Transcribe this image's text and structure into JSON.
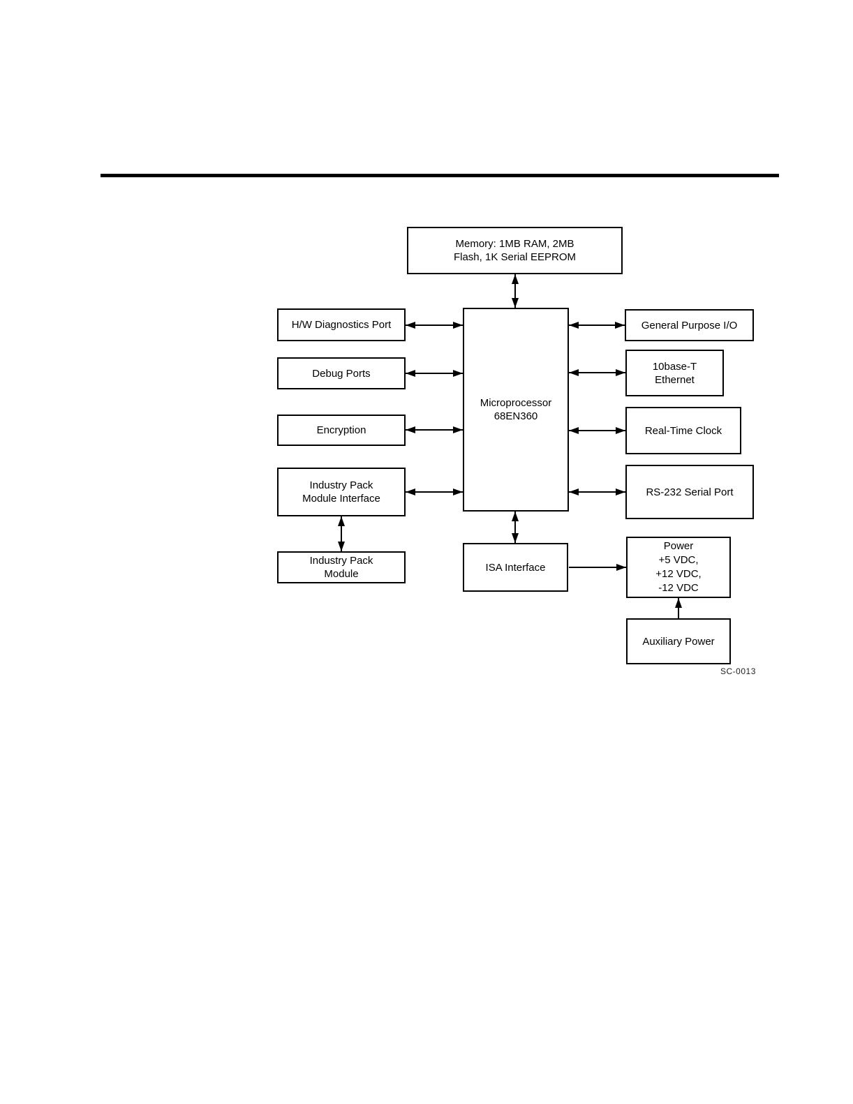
{
  "page": {
    "figure_code": "SC-0013"
  },
  "colors": {
    "background": "#ffffff",
    "line": "#000000",
    "text": "#000000"
  },
  "diagram": {
    "nodes": {
      "memory": {
        "label": "Memory: 1MB RAM, 2MB\nFlash, 1K Serial EEPROM"
      },
      "micro": {
        "label": "Microprocessor\n68EN360"
      },
      "hw_diag": {
        "label": "H/W Diagnostics Port"
      },
      "debug": {
        "label": "Debug Ports"
      },
      "encryption": {
        "label": "Encryption"
      },
      "ipmi": {
        "label": "Industry Pack\nModule Interface"
      },
      "ipm": {
        "label": "Industry Pack\nModule"
      },
      "gpio": {
        "label": "General Purpose I/O"
      },
      "ethernet": {
        "label": "10base-T\nEthernet"
      },
      "rtc": {
        "label": "Real-Time Clock"
      },
      "rs232": {
        "label": "RS-232 Serial Port"
      },
      "isa": {
        "label": "ISA Interface"
      },
      "power": {
        "label": "Power\n+5 VDC,\n+12 VDC,\n-12 VDC"
      },
      "aux_power": {
        "label": "Auxiliary Power"
      }
    },
    "connections": [
      {
        "from": "memory",
        "to": "microprocessor",
        "type": "bidirectional"
      },
      {
        "from": "hw-diagnostics-port",
        "to": "microprocessor",
        "type": "bidirectional"
      },
      {
        "from": "debug-ports",
        "to": "microprocessor",
        "type": "bidirectional"
      },
      {
        "from": "encryption",
        "to": "microprocessor",
        "type": "bidirectional"
      },
      {
        "from": "industry-pack-module-interface",
        "to": "microprocessor",
        "type": "bidirectional"
      },
      {
        "from": "industry-pack-module-interface",
        "to": "industry-pack-module",
        "type": "bidirectional"
      },
      {
        "from": "microprocessor",
        "to": "general-purpose-io",
        "type": "bidirectional"
      },
      {
        "from": "microprocessor",
        "to": "10base-t-ethernet",
        "type": "bidirectional"
      },
      {
        "from": "microprocessor",
        "to": "real-time-clock",
        "type": "bidirectional"
      },
      {
        "from": "microprocessor",
        "to": "rs-232-serial-port",
        "type": "bidirectional"
      },
      {
        "from": "microprocessor",
        "to": "isa-interface",
        "type": "bidirectional"
      },
      {
        "from": "isa-interface",
        "to": "power",
        "type": "unidirectional"
      },
      {
        "from": "auxiliary-power",
        "to": "power",
        "type": "unidirectional"
      }
    ]
  }
}
